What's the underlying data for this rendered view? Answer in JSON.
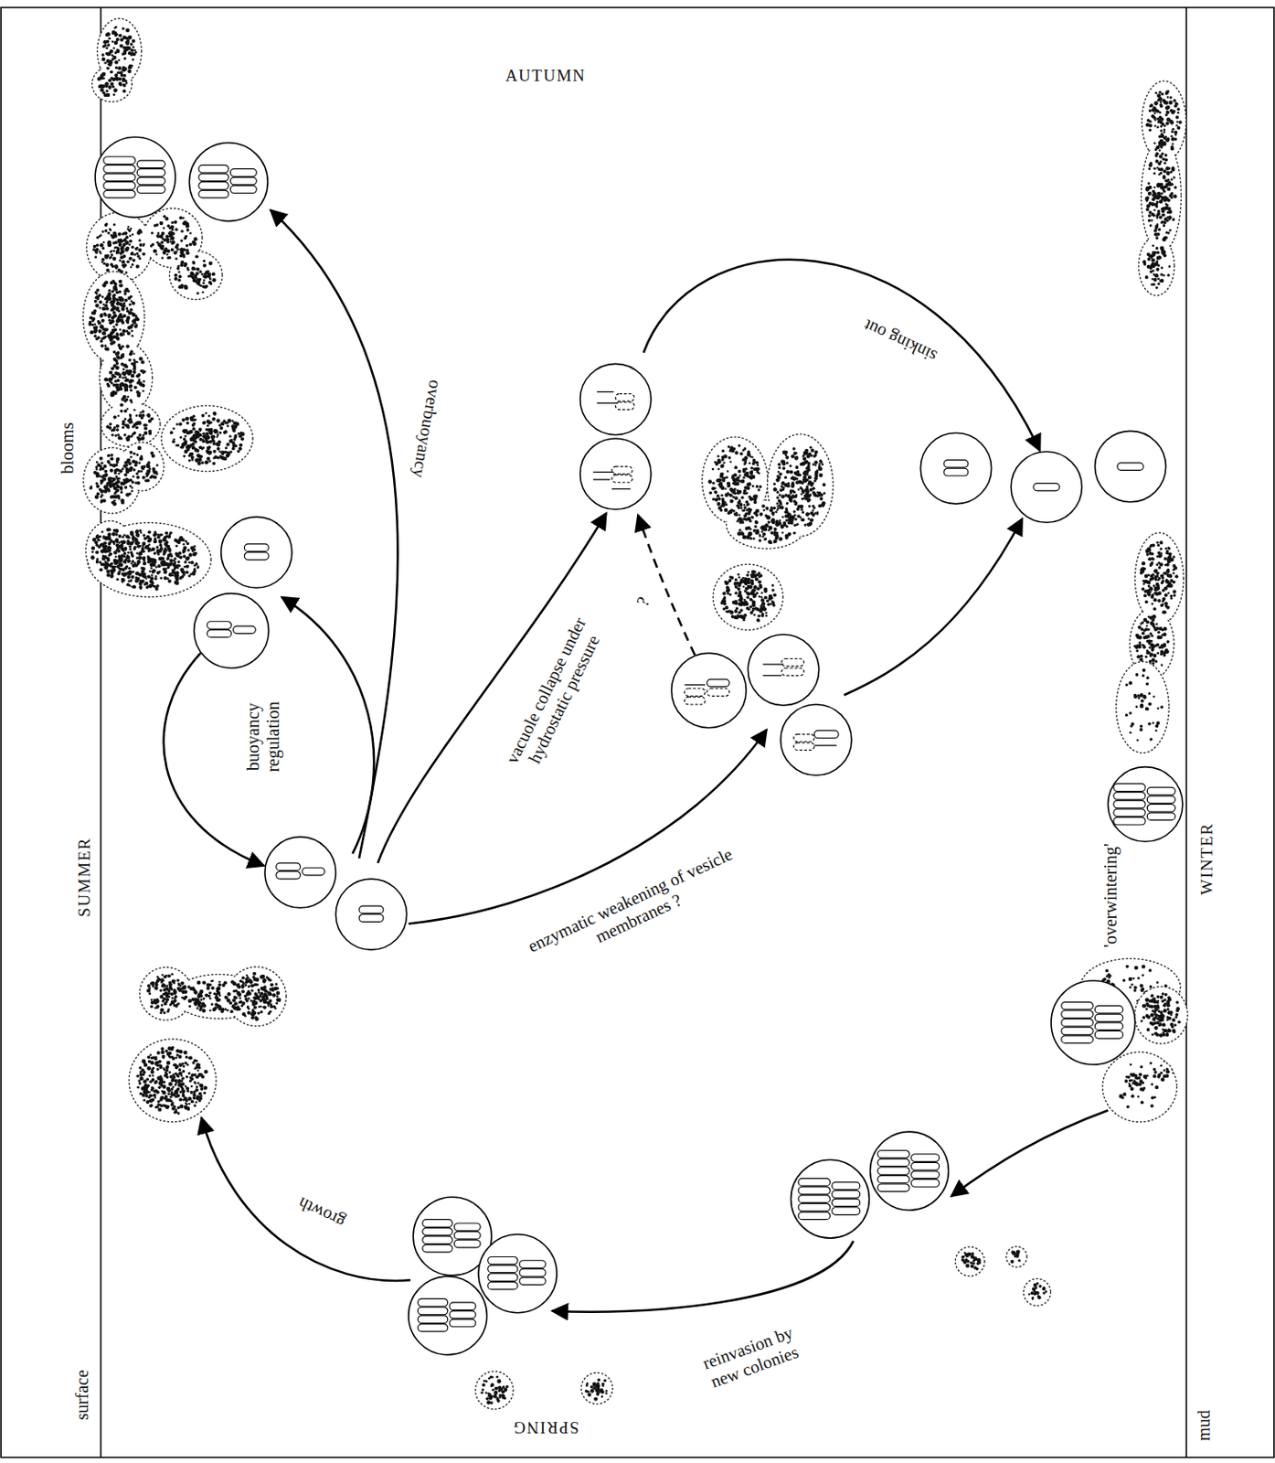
{
  "diagram": {
    "labels": [
      "AUTUMN",
      "blooms",
      "overbuoyancy",
      "sinking out",
      "vacuole collapse under hydrostatic pressure",
      "?",
      "buoyancy regulation",
      "SUMMER",
      "enzymatic weakening of vesicle membranes ?",
      "'overwintering'",
      "WINTER",
      "growth",
      "reinvasion by new colonies",
      "surface",
      "SPRING",
      "mud"
    ]
  }
}
